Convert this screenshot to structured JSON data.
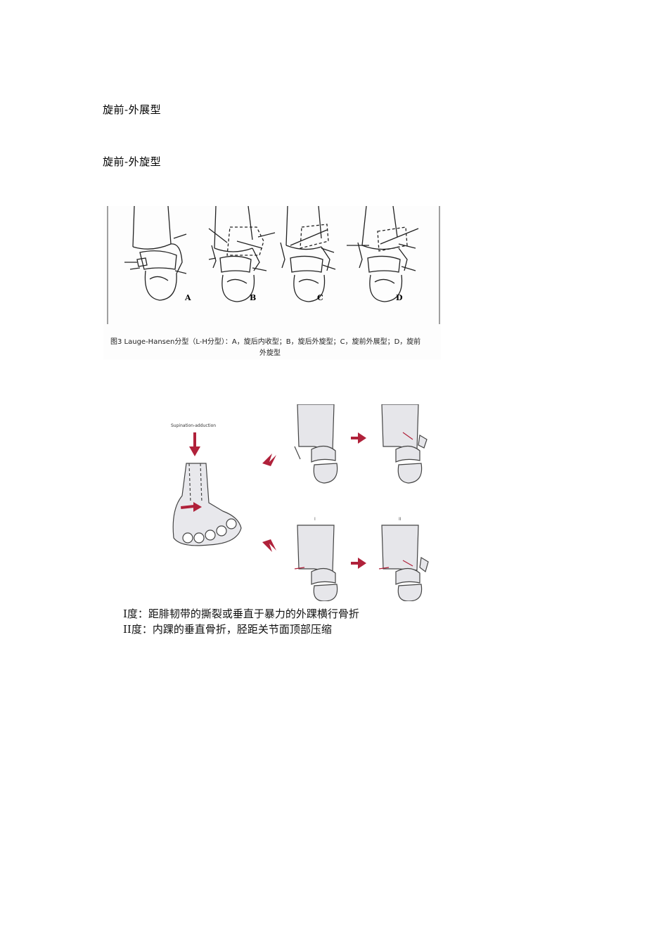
{
  "headings": {
    "first": "旋前-外展型",
    "second": "旋前-外旋型"
  },
  "figure1": {
    "caption_line1": "图3 Lauge-Hansen分型（L-H分型）：A，旋后内收型；B，旋后外旋型；C，旋前外展型；D，旋前",
    "caption_line2": "外旋型",
    "panel_labels": [
      "A",
      "B",
      "C",
      "D"
    ]
  },
  "figure2": {
    "motion_label": "Supination-adduction",
    "stage_labels": [
      "I",
      "II"
    ],
    "grade1": "I度：距腓韧带的撕裂或垂直于暴力的外踝横行骨折",
    "grade2": "II度：内踝的垂直骨折，胫距关节面顶部压缩"
  },
  "colors": {
    "arrow": "#b0213a",
    "bone_fill": "#e6e6ea",
    "line": "#333333"
  }
}
